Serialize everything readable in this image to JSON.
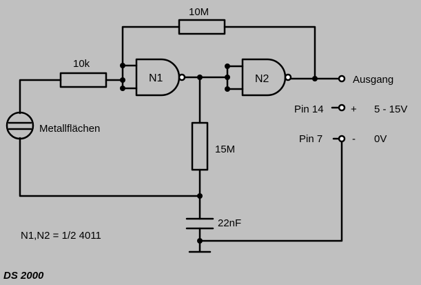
{
  "components": {
    "r_feedback": "10M",
    "r_input": "10k",
    "gate_1": "N1",
    "gate_2": "N2",
    "r_bias": "15M",
    "capacitor": "22nF",
    "sensor": "Metallflächen"
  },
  "terminals": {
    "output": "Ausgang",
    "pin14_label": "Pin 14",
    "pin14_sign": "+",
    "pin14_value": "5 - 15V",
    "pin7_label": "Pin 7",
    "pin7_sign": "-",
    "pin7_value": "0V"
  },
  "notes": {
    "ic": "N1,N2 = 1/2 4011",
    "signature": "DS 2000"
  },
  "colors": {
    "background": "#c0c0c0",
    "ink": "#000000"
  }
}
